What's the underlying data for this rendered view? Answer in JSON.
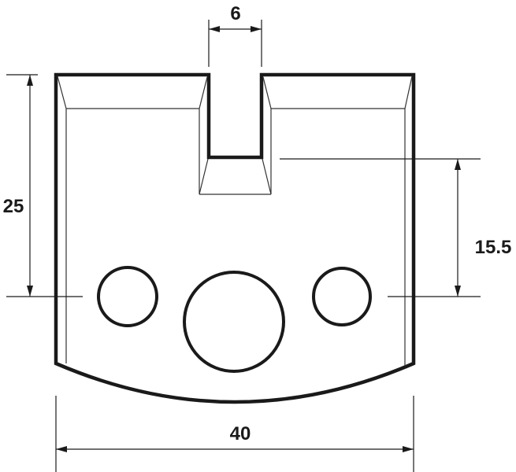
{
  "diagram": {
    "type": "technical-drawing",
    "subject": "cutter knife profile blank",
    "colors": {
      "outline": "#1a1a1a",
      "thin_line": "#333333",
      "background": "#ffffff"
    },
    "dimensions": {
      "slot_width": {
        "label": "6",
        "value": 6
      },
      "height_total": {
        "label": "25",
        "value": 25
      },
      "slot_to_hole_center": {
        "label": "15.5",
        "value": 15.5
      },
      "total_width": {
        "label": "40",
        "value": 40
      }
    },
    "holes": [
      {
        "name": "left-small-hole"
      },
      {
        "name": "center-large-hole"
      },
      {
        "name": "right-small-hole"
      }
    ]
  }
}
